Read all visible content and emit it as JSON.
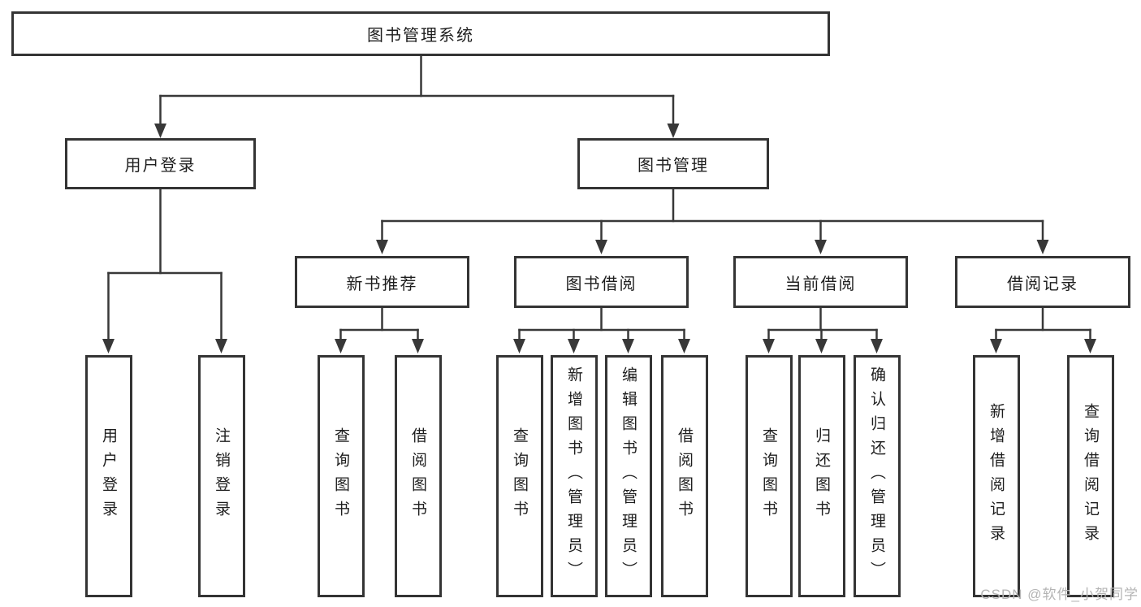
{
  "diagram": {
    "root": {
      "label": "图书管理系统"
    },
    "user_login": {
      "label": "用户登录",
      "children": [
        {
          "label": "用户登录"
        },
        {
          "label": "注销登录"
        }
      ]
    },
    "book_mgmt": {
      "label": "图书管理",
      "children": [
        {
          "label": "新书推荐",
          "children": [
            {
              "label": "查询图书"
            },
            {
              "label": "借阅图书"
            }
          ]
        },
        {
          "label": "图书借阅",
          "children": [
            {
              "label": "查询图书"
            },
            {
              "label": "新增图书（管理员）"
            },
            {
              "label": "编辑图书（管理员）"
            },
            {
              "label": "借阅图书"
            }
          ]
        },
        {
          "label": "当前借阅",
          "children": [
            {
              "label": "查询图书"
            },
            {
              "label": "归还图书"
            },
            {
              "label": "确认归还（管理员）"
            }
          ]
        },
        {
          "label": "借阅记录",
          "children": [
            {
              "label": "新增借阅记录"
            },
            {
              "label": "查询借阅记录"
            }
          ]
        }
      ]
    }
  },
  "watermark": "CSDN @软件_小贺同学",
  "colors": {
    "line": "#383838",
    "box_border": "#343434",
    "text": "#1e1e1e",
    "background": "#ffffff",
    "watermark": "#b4b4b4"
  }
}
